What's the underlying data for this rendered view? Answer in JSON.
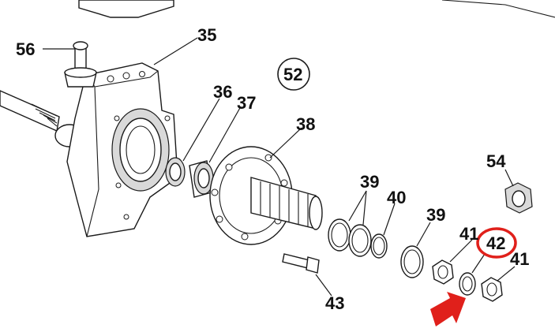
{
  "callouts": {
    "c56": "56",
    "c35": "35",
    "c52": "52",
    "c36": "36",
    "c37": "37",
    "c38": "38",
    "c39a": "39",
    "c40": "40",
    "c39b": "39",
    "c54": "54",
    "c41a": "41",
    "c42": "42",
    "c41b": "41",
    "c43": "43"
  },
  "highlight_color": "#e0201b",
  "highlighted_part": "42"
}
